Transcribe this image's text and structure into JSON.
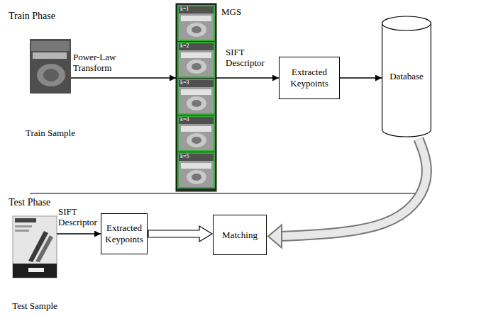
{
  "diagram": {
    "nodes": [
      {
        "text": [
          "Train Sample"
        ]
      },
      {
        "text": [
          "MGS"
        ]
      },
      {
        "text": [
          "Extracted Keypoints"
        ]
      },
      {
        "text": [
          "Database"
        ]
      },
      {
        "text": [
          "Test Sample"
        ]
      },
      {
        "text": [
          "Extracted Keypoints"
        ]
      },
      {
        "text": [
          "Matching"
        ]
      }
    ],
    "edges": [
      {
        "from": 0,
        "to": 1,
        "arrow": "to",
        "label": "Power-Law Transform"
      },
      {
        "from": 1,
        "to": 2,
        "arrow": "to",
        "label": "SIFT Descriptor"
      },
      {
        "from": 2,
        "to": 3,
        "arrow": "to"
      },
      {
        "from": 4,
        "to": 5,
        "arrow": "to",
        "label": "SIFT Descriptor"
      },
      {
        "from": 5,
        "to": 6,
        "arrow": "to"
      },
      {
        "from": 3,
        "to": 6,
        "arrow": "to"
      }
    ],
    "labels": [
      "Train Phase",
      "Test Phase",
      "k=1",
      "k=2",
      "k=3",
      "k=4",
      "k=5"
    ]
  }
}
